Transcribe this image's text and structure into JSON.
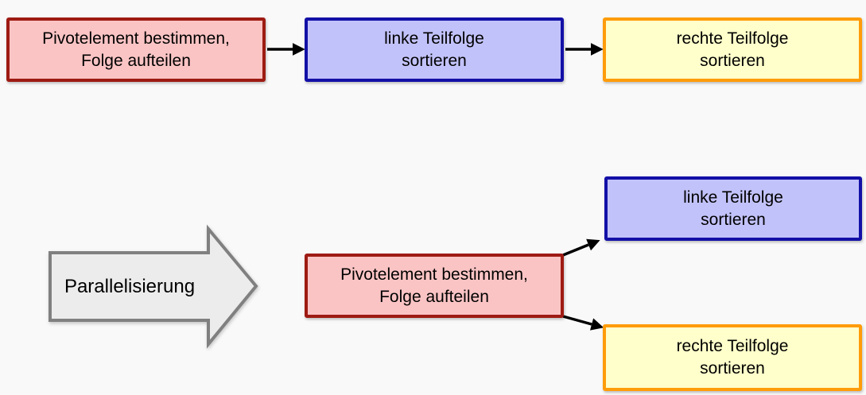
{
  "colors": {
    "background": "#f9f9f9",
    "red_fill": "#fbc4c4",
    "red_border": "#9e1b13",
    "blue_fill": "#c2c2fa",
    "blue_border": "#1310a7",
    "yellow_fill": "#ffffcb",
    "yellow_border": "#ff9c09",
    "gray_fill": "#ececec",
    "gray_border": "#808080",
    "connector": "#000000"
  },
  "sequential_flow": {
    "pivot": "Pivotelement bestimmen,\nFolge aufteilen",
    "left": "linke Teilfolge\nsortieren",
    "right": "rechte Teilfolge\nsortieren"
  },
  "transition": {
    "label": "Parallelisierung"
  },
  "parallel_flow": {
    "pivot": "Pivotelement bestimmen,\nFolge aufteilen",
    "left": "linke Teilfolge\nsortieren",
    "right": "rechte Teilfolge\nsortieren"
  }
}
